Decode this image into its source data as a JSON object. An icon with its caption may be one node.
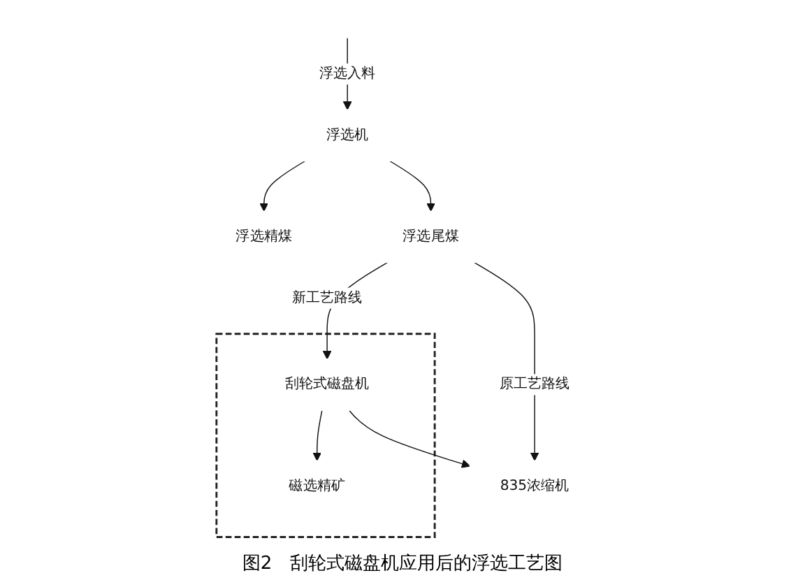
{
  "diagram": {
    "caption": "图2　刮轮式磁盘机应用后的浮选工艺图",
    "nodes": [
      {
        "text": [
          "浮选机"
        ]
      },
      {
        "text": [
          "浮选精煤"
        ]
      },
      {
        "text": [
          "浮选尾煤"
        ]
      },
      {
        "text": [],
        "shape": "box"
      },
      {
        "text": [
          "刮轮式磁盘机"
        ],
        "in": 3
      },
      {
        "text": [
          "磁选精矿"
        ],
        "in": 3
      },
      {
        "text": [
          "835浓缩机"
        ]
      }
    ],
    "edges": [
      {
        "from": null,
        "to": 0,
        "arrow": "to",
        "label": "浮选入料"
      },
      {
        "from": 0,
        "to": 1,
        "arrow": "to"
      },
      {
        "from": 0,
        "to": 2,
        "arrow": "to"
      },
      {
        "from": 2,
        "to": 4,
        "arrow": "to",
        "label": "新工艺路线"
      },
      {
        "from": 4,
        "to": 6,
        "arrow": "to"
      },
      {
        "from": 2,
        "to": 6,
        "arrow": "to",
        "label": "原工艺路线"
      },
      {
        "from": 4,
        "to": 5,
        "arrow": "to"
      }
    ]
  }
}
